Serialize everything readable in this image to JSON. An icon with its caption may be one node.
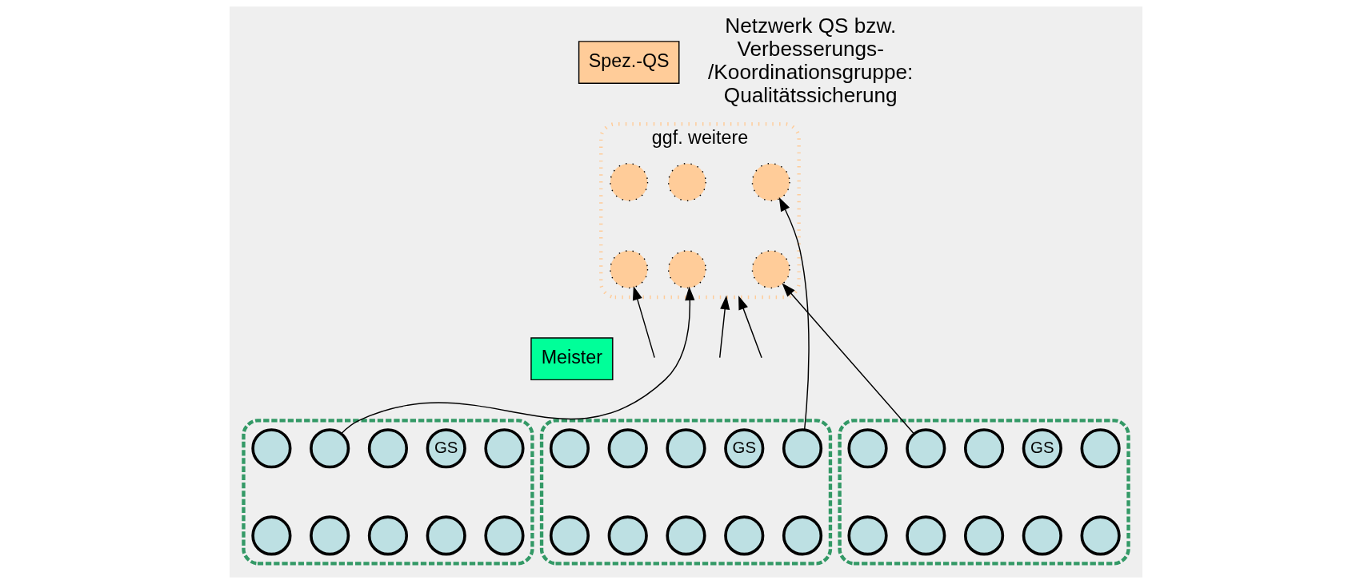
{
  "diagram": {
    "nodes": [
      {
        "text": [
          "ggf. weitere"
        ]
      },
      {
        "text": [
          "Spez.-QS"
        ]
      },
      {
        "text": [],
        "shape": "circle",
        "in": 0
      },
      {
        "text": [],
        "shape": "circle",
        "in": 0
      },
      {
        "text": [],
        "shape": "circle",
        "in": 0
      },
      {
        "text": [],
        "shape": "circle",
        "in": 0
      },
      {
        "text": [],
        "shape": "circle",
        "in": 0
      },
      {
        "text": [],
        "shape": "circle",
        "in": 0
      },
      {
        "text": [
          "Meister"
        ]
      },
      {
        "text": [],
        "shape": "ellipse"
      },
      {
        "text": [],
        "shape": "circle",
        "in": 9
      },
      {
        "text": [
          "GS"
        ],
        "in": 9
      },
      {
        "text": [],
        "shape": "circle",
        "in": 9
      },
      {
        "text": [],
        "shape": "circle",
        "in": 9
      },
      {
        "text": [],
        "shape": "circle",
        "in": 9
      },
      {
        "text": [],
        "shape": "circle",
        "in": 9
      },
      {
        "text": [],
        "shape": "circle",
        "in": 9
      },
      {
        "text": [],
        "shape": "circle",
        "in": 9
      },
      {
        "text": [],
        "shape": "circle",
        "in": 9
      },
      {
        "text": [],
        "shape": "circle",
        "in": 9
      },
      {
        "text": [],
        "shape": "ellipse"
      },
      {
        "text": [],
        "shape": "circle",
        "in": 20
      },
      {
        "text": [
          "GS"
        ],
        "in": 20
      },
      {
        "text": [],
        "shape": "circle",
        "in": 20
      },
      {
        "text": [],
        "shape": "circle",
        "in": 20
      },
      {
        "text": [],
        "shape": "circle",
        "in": 20
      },
      {
        "text": [],
        "shape": "circle",
        "in": 20
      },
      {
        "text": [],
        "shape": "circle",
        "in": 20
      },
      {
        "text": [],
        "shape": "circle",
        "in": 20
      },
      {
        "text": [],
        "shape": "circle",
        "in": 20
      },
      {
        "text": [],
        "shape": "circle",
        "in": 20
      },
      {
        "text": [],
        "shape": "ellipse"
      },
      {
        "text": [],
        "shape": "circle",
        "in": 31
      },
      {
        "text": [
          "GS"
        ],
        "in": 31
      },
      {
        "text": [],
        "shape": "circle",
        "in": 31
      },
      {
        "text": [],
        "shape": "circle",
        "in": 31
      },
      {
        "text": [],
        "shape": "circle",
        "in": 31
      },
      {
        "text": [],
        "shape": "circle",
        "in": 31
      },
      {
        "text": [],
        "shape": "circle",
        "in": 31
      },
      {
        "text": [],
        "shape": "circle",
        "in": 31
      },
      {
        "text": [],
        "shape": "circle",
        "in": 31
      },
      {
        "text": [],
        "shape": "circle",
        "in": 31
      }
    ],
    "edges": [
      {
        "from": 13,
        "to": 4,
        "arrow": "to"
      },
      {
        "from": 24,
        "to": 6,
        "arrow": "to"
      },
      {
        "from": 35,
        "to": 7,
        "arrow": "to"
      },
      {
        "from": null,
        "to": 5,
        "arrow": "to"
      },
      {
        "from": null,
        "to": 0,
        "arrow": "to"
      },
      {
        "from": null,
        "to": 0,
        "arrow": "to"
      }
    ],
    "labels": [
      "Netzwerk QS bzw. Verbesserungs- /Koordinationsgruppe: Qualitätssicherung"
    ]
  }
}
